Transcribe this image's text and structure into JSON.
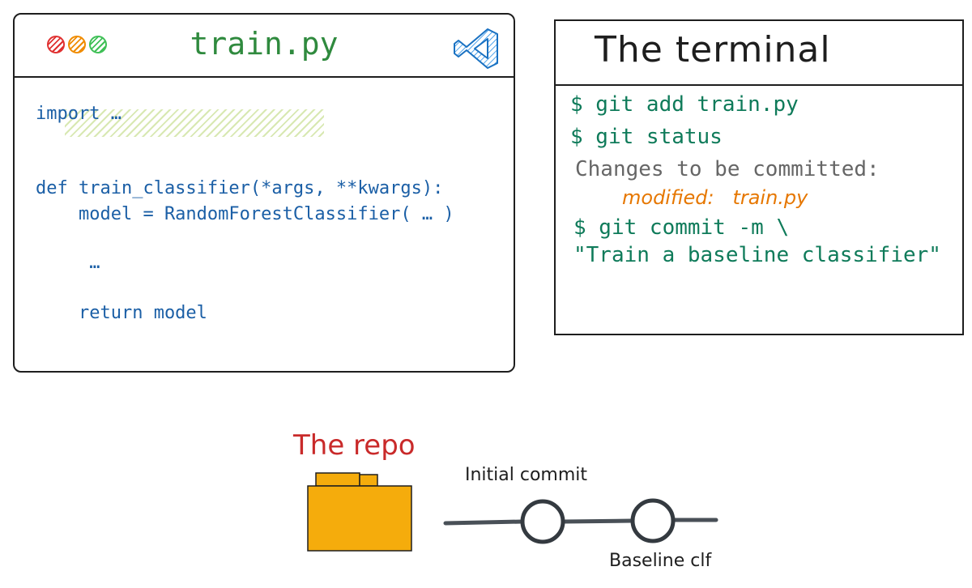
{
  "editor": {
    "filename": "train.py",
    "window_controls": [
      {
        "icon": "close-dot",
        "color": "#e03131"
      },
      {
        "icon": "minimize-dot",
        "color": "#f08c00"
      },
      {
        "icon": "maximize-dot",
        "color": "#40c057"
      }
    ],
    "app_icon": "vscode-icon",
    "code_lines": [
      "import …",
      "def train_classifier(*args, **kwargs):",
      "    model = RandomForestClassifier( … )",
      "     …",
      "    return model"
    ]
  },
  "terminal": {
    "title": "The terminal",
    "lines": [
      {
        "text": "$ git add train.py",
        "style": "command"
      },
      {
        "text": "$ git status",
        "style": "command"
      },
      {
        "text": "Changes to be committed:",
        "style": "output"
      },
      {
        "text": "modified:   train.py",
        "style": "highlight"
      },
      {
        "text": "$ git commit -m \\",
        "style": "command"
      },
      {
        "text": "\"Train a baseline classifier\"",
        "style": "command"
      }
    ]
  },
  "repo": {
    "title": "The repo",
    "folder_icon": "folder-icon",
    "commits": [
      {
        "label": "Initial commit"
      },
      {
        "label": "Baseline clf"
      }
    ]
  },
  "colors": {
    "code": "#1b5fa6",
    "filename": "#2f8a3e",
    "terminal_command": "#0f7b5a",
    "terminal_output": "#666666",
    "terminal_highlight": "#e67700",
    "repo_title": "#c92a2a",
    "folder": "#f5ac0c"
  }
}
